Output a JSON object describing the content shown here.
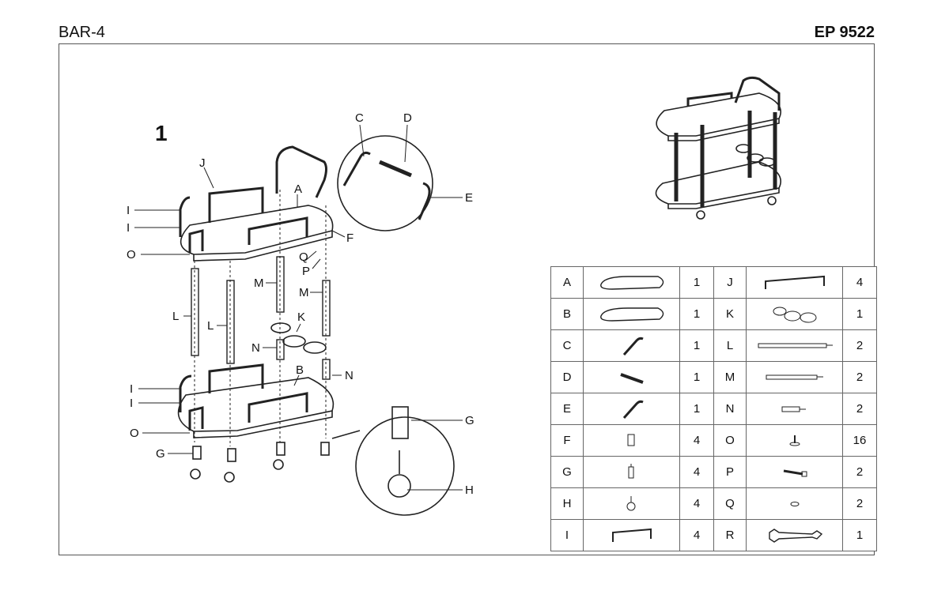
{
  "header": {
    "model": "BAR-4",
    "code": "EP 9522"
  },
  "step": {
    "number": "1"
  },
  "callouts": [
    "A",
    "B",
    "C",
    "D",
    "E",
    "F",
    "G",
    "H",
    "I",
    "J",
    "K",
    "L",
    "M",
    "N",
    "O",
    "P",
    "Q"
  ],
  "parts_left": [
    {
      "letter": "A",
      "qty": "1",
      "icon": "oval-top-shelf-icon"
    },
    {
      "letter": "B",
      "qty": "1",
      "icon": "oval-bottom-shelf-icon"
    },
    {
      "letter": "C",
      "qty": "1",
      "icon": "curved-handle-bar-icon"
    },
    {
      "letter": "D",
      "qty": "1",
      "icon": "straight-handle-icon"
    },
    {
      "letter": "E",
      "qty": "1",
      "icon": "curved-handle-bar-icon"
    },
    {
      "letter": "F",
      "qty": "4",
      "icon": "post-connector-icon"
    },
    {
      "letter": "G",
      "qty": "4",
      "icon": "caster-stem-icon"
    },
    {
      "letter": "H",
      "qty": "4",
      "icon": "caster-wheel-icon"
    },
    {
      "letter": "I",
      "qty": "4",
      "icon": "short-rail-icon"
    }
  ],
  "parts_right": [
    {
      "letter": "J",
      "qty": "4",
      "icon": "long-rail-icon"
    },
    {
      "letter": "K",
      "qty": "1",
      "icon": "bottle-rings-icon"
    },
    {
      "letter": "L",
      "qty": "2",
      "icon": "long-leg-tube-icon"
    },
    {
      "letter": "M",
      "qty": "2",
      "icon": "medium-leg-tube-icon"
    },
    {
      "letter": "N",
      "qty": "2",
      "icon": "short-leg-tube-icon"
    },
    {
      "letter": "O",
      "qty": "16",
      "icon": "screw-icon"
    },
    {
      "letter": "P",
      "qty": "2",
      "icon": "bolt-icon"
    },
    {
      "letter": "Q",
      "qty": "2",
      "icon": "washer-icon"
    },
    {
      "letter": "R",
      "qty": "1",
      "icon": "wrench-icon"
    }
  ]
}
